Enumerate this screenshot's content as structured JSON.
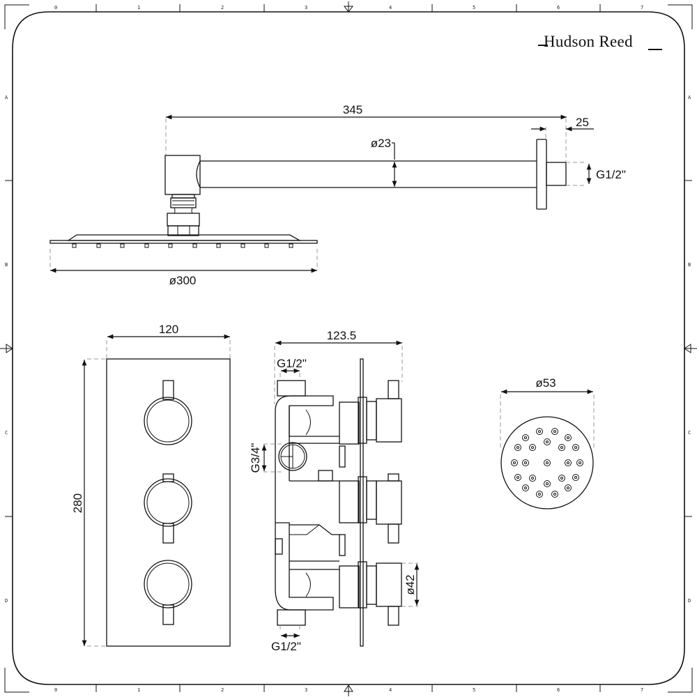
{
  "brand": {
    "name": "Hudson Reed"
  },
  "ruler": {
    "columns": [
      "0",
      "1",
      "2",
      "3",
      "4",
      "5",
      "6",
      "7"
    ],
    "rows": [
      "A",
      "B",
      "C",
      "D"
    ]
  },
  "shower_arm": {
    "length": "345",
    "flange_depth": "25",
    "tube_diameter": "ø23",
    "thread": "G1/2\""
  },
  "shower_head": {
    "diameter": "ø300",
    "nozzle_count": 10
  },
  "valve_front": {
    "width": "120",
    "height": "280",
    "handle_count": 3
  },
  "valve_side": {
    "depth": "123.5",
    "top_inlet": "G1/2\"",
    "side_inlet": "G3/4\"",
    "bottom_outlet": "G1/2\"",
    "handle_diameter": "ø42"
  },
  "body_jet": {
    "diameter": "ø53",
    "nozzle_count": 23
  },
  "colors": {
    "line": "#111111",
    "dash": "#999999",
    "background": "#ffffff"
  }
}
